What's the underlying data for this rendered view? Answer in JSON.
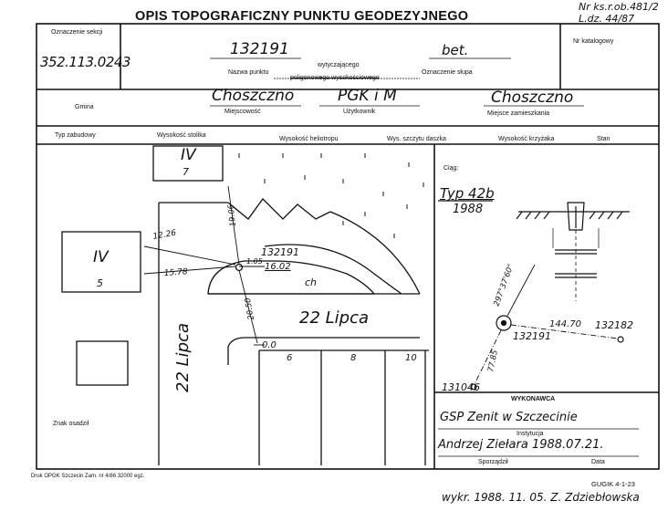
{
  "header": {
    "title": "OPIS TOPOGRAFICZNY PUNKTU GEODEZYJNEGO",
    "ref_line1": "Nr ks.r.ob.481/2",
    "ref_line2": "L.dz. 44/87"
  },
  "row1": {
    "sekcja_label": "Oznaczenie sekcji",
    "sekcja_value": "352.113.0243",
    "punkt_number": "132191",
    "slupek_value": "bet.",
    "nazwa_label": "Nazwa punktu",
    "nazwa_type_line1": "wytyczającego",
    "nazwa_type_line2": "poligonowego wysokościowego",
    "slupek_label": "Oznaczenie słupa",
    "katalog_label": "Nr katalogowy"
  },
  "row2": {
    "gmina_label": "Gmina",
    "miejscowosc_label": "Miejscowość",
    "miejscowosc_value": "Choszczno",
    "uzytkownik_label": "Użytkownik",
    "uzytkownik_value": "PGK i M",
    "zamieszkanie_label": "Miejsce zamieszkania",
    "zamieszkanie_value": "Choszczno"
  },
  "row3": {
    "typ_zabudowy": "Typ zabudowy",
    "wys_stolika": "Wysokość stolika",
    "wys_helio": "Wysokość heliotropu",
    "wys_daszka": "Wys. szczytu daszka",
    "wys_krzyzaka": "Wysokość krzyżaka",
    "stan": "Stan"
  },
  "sketch": {
    "bldg_top": "IV",
    "bldg_top_num": "7",
    "bldg_left": "IV",
    "bldg_left_num": "5",
    "point": "132191",
    "d_1226": "12.26",
    "d_1578": "15.78",
    "d_1906": "19.06",
    "d_105": "1.05",
    "d_1602": "16.02",
    "d_2050": "20.50",
    "ch": "ch",
    "street_main": "22 Lipca",
    "street_side": "22 Lipca",
    "zero": "0.0",
    "tick6": "6",
    "tick8": "8",
    "tick10": "10",
    "znak": "Znak osadził"
  },
  "right_panel": {
    "ciag_label": "Ciąg:",
    "typ": "Typ 42b",
    "year": "1988",
    "pt_main": "132191",
    "pt_east": "132182",
    "pt_south": "131046",
    "dist_east": "144.70",
    "dist_south": "77.85",
    "angle": "297°37'60\""
  },
  "wykonawca": {
    "label": "WYKONAWCA",
    "instytucja_value": "GSP Zenit w Szczecinie",
    "instytucja_label": "Instytucja",
    "sporzadzil_value": "Andrzej Ziełara 1988.07.21.",
    "sporzadzil_label": "Sporządził",
    "data_label": "Data"
  },
  "footer": {
    "print_info": "Druk OPGK Szczecin Zam. nr 4/86   32000 egz.",
    "form_code": "GUGIK 4-1-23",
    "wykr": "wykr. 1988. 11. 05. Z. Zdziebłowska"
  }
}
